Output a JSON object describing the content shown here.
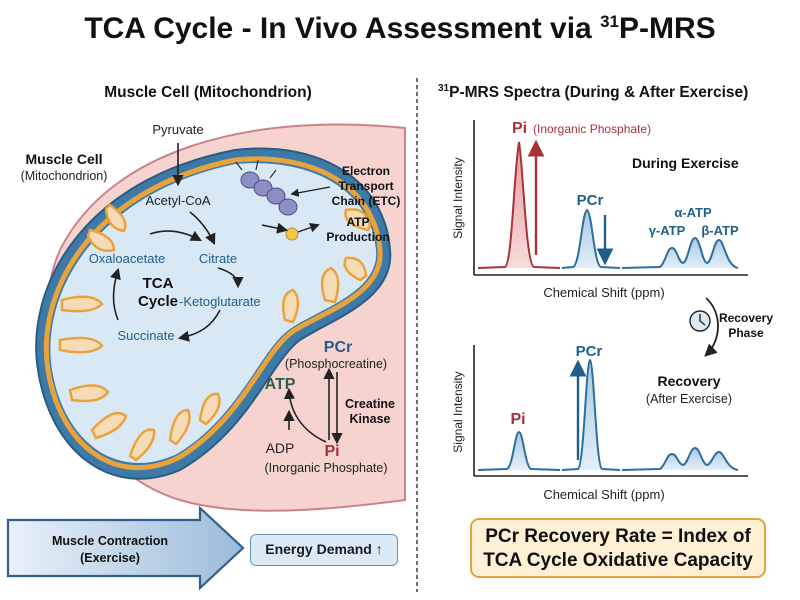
{
  "title": {
    "main": "TCA Cycle - In Vivo Assessment via ",
    "sup": "31",
    "suffix": "P-MRS"
  },
  "left": {
    "heading": "Muscle Cell (Mitochondrion)",
    "cell_label": "Muscle Cell",
    "cell_sublabel": "(Mitochondrion)",
    "pyruvate": "Pyruvate",
    "acetyl_coa": "Acetyl-CoA",
    "citrate": "Citrate",
    "oxaloacetate": "Oxaloacetate",
    "tca_line1": "TCA",
    "tca_line2": "Cycle",
    "ketoglutarate": "-Ketoglutarate",
    "succinate": "Succinate",
    "etc_line1": "Electron",
    "etc_line2": "Transport",
    "etc_line3": "Chain (ETC)",
    "atp_prod_line1": "ATP",
    "atp_prod_line2": "Production",
    "pcr": "PCr",
    "pcr_sub": "(Phosphocreatine)",
    "atp": "ATP",
    "ck_line1": "Creatine",
    "ck_line2": "Kinase",
    "adp": "ADP",
    "pi": "Pi",
    "pi_sub": "(Inorganic Phosphate)",
    "contraction_line1": "Muscle Contraction",
    "contraction_line2": "(Exercise)",
    "energy_demand": "Energy Demand"
  },
  "right": {
    "heading_sup": "31",
    "heading": "P-MRS Spectra (During & After Exercise)",
    "top": {
      "ylabel": "Signal Intensity",
      "xlabel": "Chemical Shift (ppm)",
      "pi": "Pi",
      "pi_sub": "(Inorganic Phosphate)",
      "state": "During Exercise",
      "pcr": "PCr",
      "alpha": "α-ATP",
      "gamma": "γ-ATP",
      "beta": "β-ATP"
    },
    "recovery_line1": "Recovery",
    "recovery_line2": "Phase",
    "bottom": {
      "ylabel": "Signal Intensity",
      "xlabel": "Chemical Shift (ppm)",
      "pcr": "PCr",
      "pi": "Pi",
      "state": "Recovery",
      "state_sub": "(After Exercise)"
    },
    "outcome_line1": "PCr Recovery Rate = Index of",
    "outcome_line2": "TCA Cycle Oxidative Capacity"
  },
  "colors": {
    "pi_red": "#a83238",
    "pcr_blue": "#1f5f8b",
    "atp_green": "#2e5e4e",
    "outer_cell": "#f6d3cf",
    "matrix": "#d9e8f5",
    "membrane_orange": "#e8a33d",
    "outcome_bg": "#fdf0d5"
  }
}
